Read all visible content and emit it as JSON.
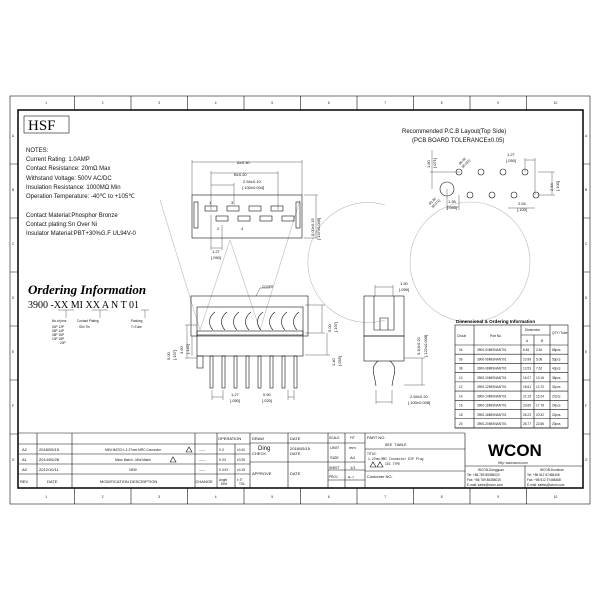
{
  "zones_top": [
    "1",
    "2",
    "3",
    "4",
    "5",
    "6",
    "7",
    "8",
    "9",
    "10"
  ],
  "zones_side": [
    "A",
    "B",
    "C",
    "D",
    "E",
    "F",
    "G"
  ],
  "logo_box": "HSF",
  "notes": {
    "title": "NOTES:",
    "lines": [
      "Current Rating: 1.0AMP",
      "Contact Resistance: 20mΩ Max",
      "Withstand Voltage: 500V AC/DC",
      "Insulation Resistance: 1000MΩ Min",
      "Operation Temperature: -40℃ to +105℃"
    ],
    "materials": [
      "Contact Material:Phosphor Bronze",
      "Contact plating:Sn Over Ni",
      "Insulator Material:PBT+30%G.F UL94V-0"
    ]
  },
  "ordering": {
    "title": "Ordering Information",
    "code": "3900 -XX MI XX A N T 01",
    "no_of_pins_label": "No.of pins",
    "pins": [
      "04P 12P",
      "06P 14P",
      "08P 16P",
      "10P 18P",
      "20P"
    ],
    "plating_label": "Contact Plating",
    "plating": "SN=Tin",
    "packing_label": "Packing",
    "packing": "T=Tube"
  },
  "top_view": {
    "a": "A±0.30",
    "b": "B±0.20",
    "pitch": "2.54±0.10",
    "pitch_in": "[.100±0.004]",
    "height": "5.00±0.15",
    "height_in": "[.197±0.006]",
    "offset": "1.27",
    "offset_in": "[.050]",
    "pin1": "1",
    "pin2": "2",
    "pin3": "3",
    "pin4": "4"
  },
  "pcb": {
    "title": "Recommended P.C.B Layout(Top Side)",
    "subtitle": "(PCB BOARD TOLERANCE±0.05)",
    "d1": "1.80",
    "d1_in": "[.071]",
    "hole_small": "Ø0.80",
    "hole_small_in": "[Ø.031]",
    "hole_big": "Ø1.80",
    "hole_big_in": "[Ø.071]",
    "p1": "1.27",
    "p1_in": "[.050]",
    "r": "2.54",
    "r_in": "[.100]",
    "off": "1.35",
    "off_in": "[.053]",
    "p2": "2.54",
    "p2_in": "[.100]"
  },
  "front_view": {
    "cover": "COVER",
    "h1": "5.00",
    "h1_in": "[.197]",
    "h2": "3.60",
    "h2_in": "[.142]",
    "h3": "5.00",
    "h3_in": "[.197]",
    "h4": "1.40",
    "h4_in": "[.055]",
    "p": "1.27",
    "p_in": "[.050]",
    "w": "0.50",
    "w_in": "[.020]"
  },
  "side_view": {
    "w": "1.50",
    "w_in": "[.059]",
    "h": "3.10±0.20",
    "h_in": "[.122±0.008]",
    "row": "2.54±0.20",
    "row_in": "[.100±0.008]"
  },
  "dim_table": {
    "title": "Dimensional & Ordering Information",
    "headers": {
      "circuit": "Circuit",
      "part": "Part No.",
      "dimension": "Dimension",
      "a": "A",
      "b": "B",
      "qty": "QTY /Tube"
    },
    "rows": [
      [
        "04",
        "3900-04MISNANT01",
        "6.45",
        "2.54",
        "68pcs"
      ],
      [
        "06",
        "3900-06MISNANT01",
        "10.99",
        "5.08",
        "53pcs"
      ],
      [
        "08",
        "3900-08MISNANT01",
        "13.53",
        "7.62",
        "43pcs"
      ],
      [
        "10",
        "3900-10MISNANT01",
        "16.07",
        "10.16",
        "36pcs"
      ],
      [
        "12",
        "3900-12MISNANT01",
        "18.61",
        "12.70",
        "31pcs"
      ],
      [
        "14",
        "3900-14MISNANT01",
        "21.15",
        "15.24",
        "27pcs"
      ],
      [
        "16",
        "3900-16MISNANT01",
        "23.69",
        "17.78",
        "24pcs"
      ],
      [
        "18",
        "3900-18MISNANT01",
        "26.23",
        "20.32",
        "22pcs"
      ],
      [
        "20",
        "3900-20MISNANT01",
        "28.77",
        "22.86",
        "20pcs"
      ]
    ]
  },
  "revisions": {
    "headers": {
      "rev": "REV",
      "date": "DATE",
      "desc": "MODIFICATION DESCRIPTION",
      "change": "CHANGE"
    },
    "rows": [
      {
        "rev": "A2",
        "date": "2018/05/15",
        "desc": "MINI MATCH--1.27mm MRC Connector",
        "change": "------"
      },
      {
        "rev": "A1",
        "date": "2014/05/28",
        "desc": "Micro Match --Mini Match",
        "change": "------"
      },
      {
        "rev": "A0",
        "date": "2012/10/11",
        "desc": "NEW",
        "change": "------"
      }
    ]
  },
  "tolerances": {
    "operation": "OPERATION",
    "rows": [
      [
        "X.X",
        "±0.40"
      ],
      [
        "X.XX",
        "±0.25"
      ],
      [
        "X.XXX",
        "±0.15"
      ],
      [
        "Angle",
        "± 3°"
      ]
    ],
    "dim": "DIM",
    "tol": "TOL"
  },
  "signoff": {
    "draw": "DRAW",
    "draw_name": "Ding",
    "check": "CHECK",
    "approve": "APPROVE",
    "date": "DATE",
    "draw_date": "2018/05/15"
  },
  "meta": {
    "scale": "SCALE",
    "scale_v": "FIT",
    "unit": "UNIT",
    "unit_v": "mm",
    "size": "SIZE",
    "size_v": "A4",
    "sheet": "SHEET",
    "sheet_v": "1/1",
    "proj": "PROJ.",
    "proj_v": "◈-◁"
  },
  "part": {
    "label": "PART NO.",
    "value": "SEE TABLE",
    "title_label": "TITLE:",
    "title": "1.27mm MRC Connector DIP Plug",
    "title2": "IDC TYPE",
    "customer": "Customer  NO."
  },
  "company": {
    "logo": "WCON",
    "url": "Http: www.wcon.com",
    "dongguan": {
      "name": "WCON-Dongguan",
      "tel": "Tel: +86 769 85358020",
      "fax": "Fax: +86 769 85358015",
      "email": "E-mail: sales@wcon.com"
    },
    "kunshan": {
      "name": "WCON-Kunshan",
      "tel": "Tel: +86 512 57468408",
      "fax": "Fax: +86 512 57468468",
      "email": "E-mail: saleks@wcon.com"
    }
  }
}
